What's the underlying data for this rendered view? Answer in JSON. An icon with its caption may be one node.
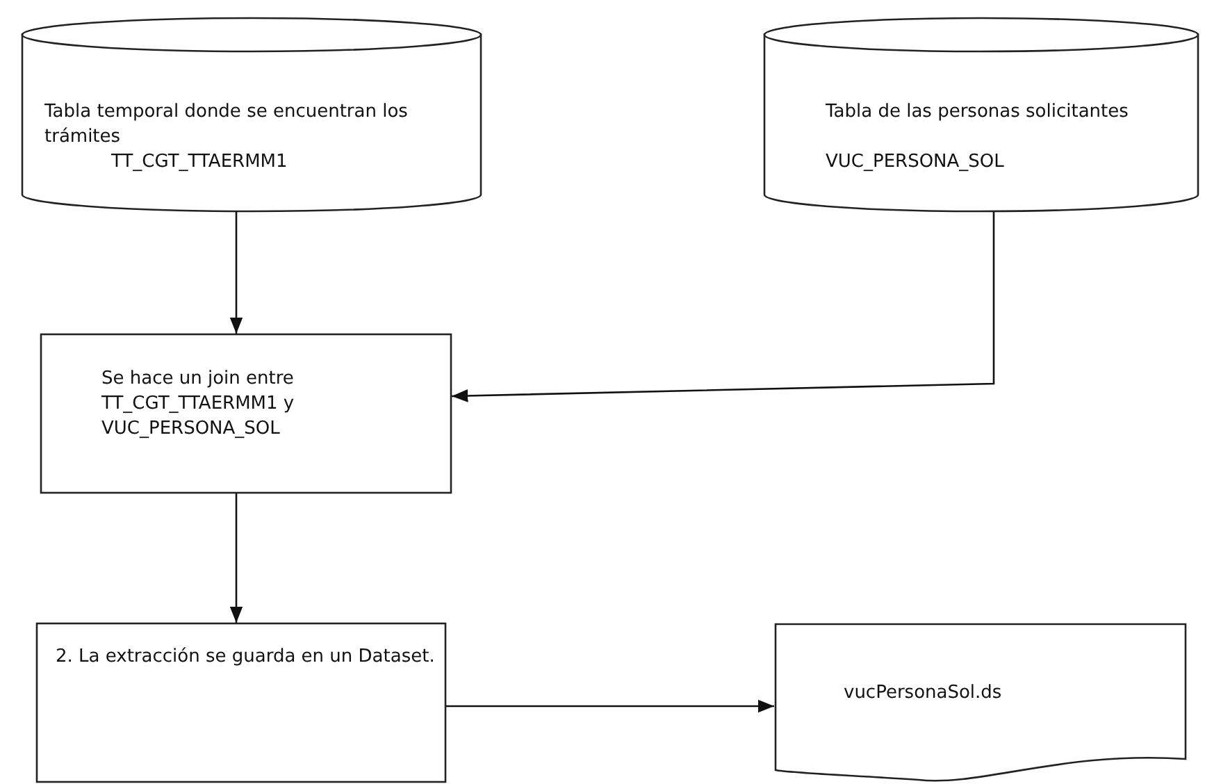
{
  "diagram": {
    "nodes": [
      {
        "text": [
          "Tabla temporal donde se encuentran los trámites",
          "TT_CGT_TTAERMM1"
        ]
      },
      {
        "text": [
          "Tabla de las personas solicitantes",
          "VUC_PERSONA_SOL"
        ]
      },
      {
        "text": [
          "Se hace un join entre TT_CGT_TTAERMM1 y VUC_PERSONA_SOL"
        ]
      },
      {
        "text": [
          "2. La extracción se guarda en un Dataset."
        ]
      },
      {
        "text": [
          "vucPersonaSol.ds"
        ]
      }
    ],
    "edges": [
      {
        "from": 0,
        "to": 2,
        "arrow": "to"
      },
      {
        "from": 1,
        "to": 2,
        "arrow": "to"
      },
      {
        "from": 2,
        "to": 3,
        "arrow": "to"
      },
      {
        "from": 3,
        "to": 4,
        "arrow": "to"
      }
    ]
  }
}
